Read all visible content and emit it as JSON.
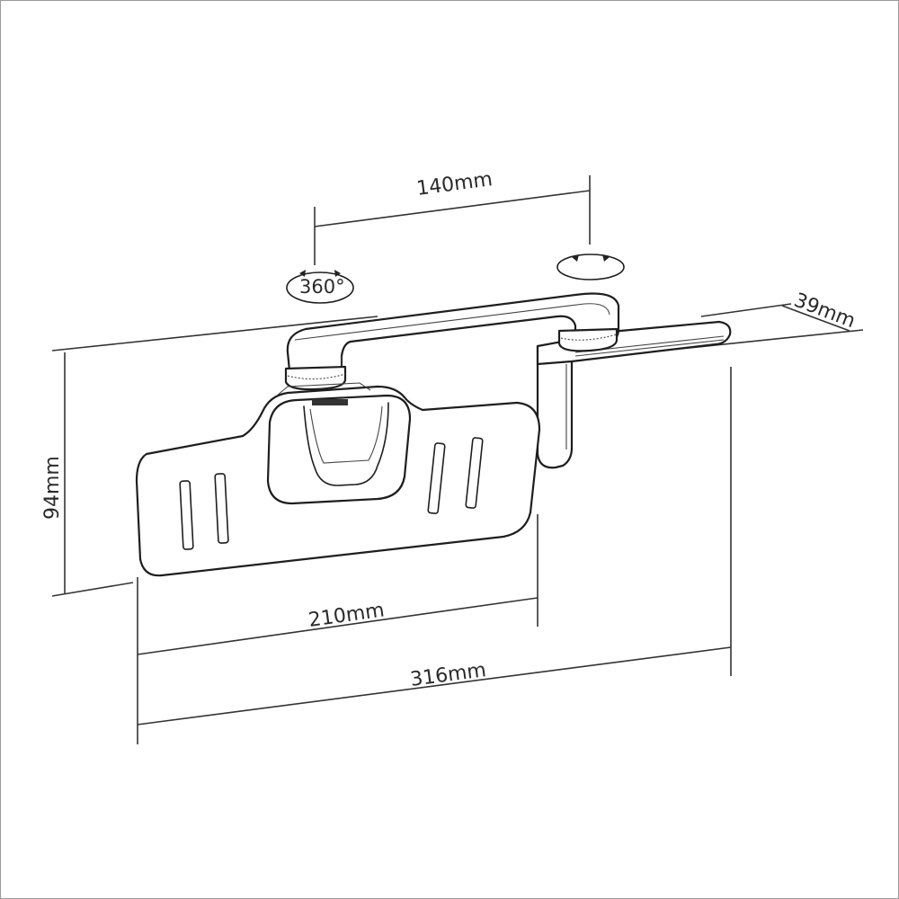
{
  "diagram": {
    "type": "product-dimension-drawing",
    "subject": "monitor mount bracket",
    "colors": {
      "line": "#1e1e1e",
      "background": "#ffffff",
      "dimension": "#333333"
    }
  },
  "dimensions": {
    "arm_pivot_spacing": "140mm",
    "clamp_depth": "39mm",
    "plate_height": "94mm",
    "plate_width": "210mm",
    "overall_width": "316mm"
  },
  "annotations": {
    "rotation_left": "360°",
    "rotation_right_icon": "rotation-arrow-icon"
  }
}
